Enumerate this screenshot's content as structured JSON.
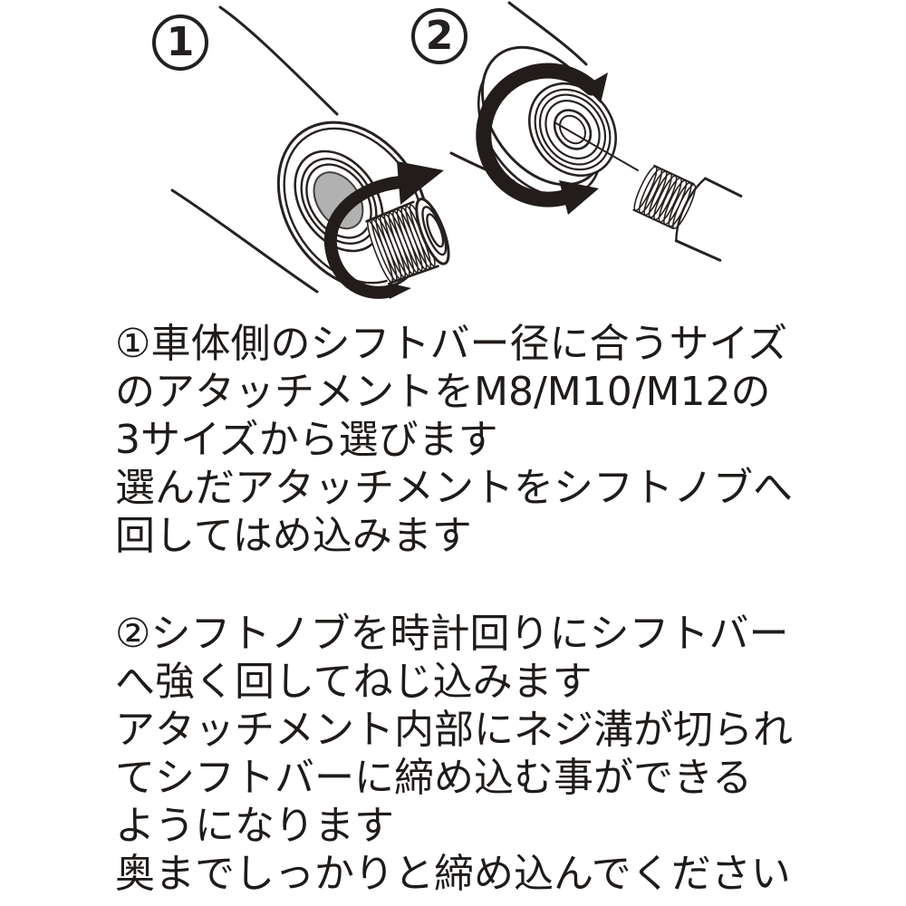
{
  "figures": {
    "step1": {
      "marker": "1",
      "icons": [
        "shift-knob-socket",
        "threaded-attachment",
        "rotate-arrow"
      ]
    },
    "step2": {
      "marker": "2",
      "icons": [
        "shift-knob-with-attachment",
        "rotate-arrow",
        "shift-bar-rod"
      ]
    }
  },
  "instructions": {
    "step1": {
      "lines": [
        "①車体側のシフトバー径に合うサイズ",
        "のアタッチメントをM8/M10/M12の",
        "3サイズから選びます",
        "選んだアタッチメントをシフトノブへ",
        "回してはめ込みます"
      ]
    },
    "step2": {
      "lines": [
        "②シフトノブを時計回りにシフトバー",
        "へ強く回してねじ込みます",
        "アタッチメント内部にネジ溝が切られ",
        "てシフトバーに締め込む事ができる",
        "ようになります",
        "奥までしっかりと締め込んでください"
      ]
    }
  },
  "colors": {
    "background": "#ffffff",
    "line": "#272220",
    "arrow_fill": "#221d1b",
    "text": "#1f1b19",
    "recess_gray": "#b1b1b1"
  }
}
